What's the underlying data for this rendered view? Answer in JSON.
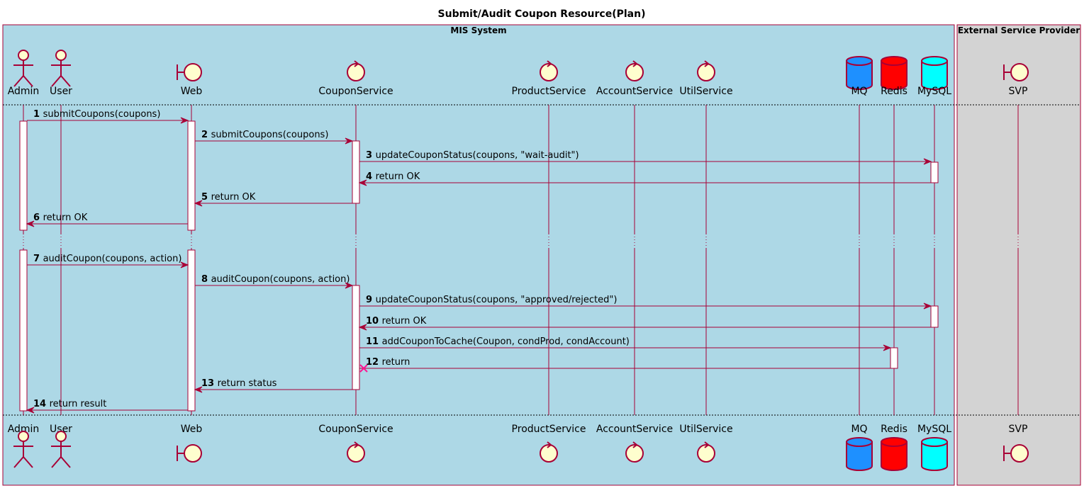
{
  "title": "Submit/Audit Coupon Resource(Plan)",
  "boxes": [
    {
      "id": "mis",
      "label": "MIS System",
      "color": "#ADD8E6"
    },
    {
      "id": "ext",
      "label": "External Service Provider",
      "color": "#D3D3D3"
    }
  ],
  "participants": [
    {
      "id": "admin",
      "label": "Admin",
      "kind": "actor"
    },
    {
      "id": "user",
      "label": "User",
      "kind": "actor"
    },
    {
      "id": "web",
      "label": "Web",
      "kind": "boundary"
    },
    {
      "id": "coupon",
      "label": "CouponService",
      "kind": "control"
    },
    {
      "id": "product",
      "label": "ProductService",
      "kind": "control"
    },
    {
      "id": "account",
      "label": "AccountService",
      "kind": "control"
    },
    {
      "id": "util",
      "label": "UtilService",
      "kind": "control"
    },
    {
      "id": "mq",
      "label": "MQ",
      "kind": "database",
      "color": "#1E90FF"
    },
    {
      "id": "redis",
      "label": "Redis",
      "kind": "database",
      "color": "#FF0000"
    },
    {
      "id": "mysql",
      "label": "MySQL",
      "kind": "database",
      "color": "#00FFFF"
    },
    {
      "id": "svp",
      "label": "SVP",
      "kind": "boundary"
    }
  ],
  "messages": [
    {
      "num": "1",
      "text": "submitCoupons(coupons)",
      "from": "admin",
      "to": "web"
    },
    {
      "num": "2",
      "text": "submitCoupons(coupons)",
      "from": "web",
      "to": "coupon"
    },
    {
      "num": "3",
      "text": "updateCouponStatus(coupons, \"wait-audit\")",
      "from": "coupon",
      "to": "mysql"
    },
    {
      "num": "4",
      "text": "return OK",
      "from": "mysql",
      "to": "coupon"
    },
    {
      "num": "5",
      "text": "return OK",
      "from": "coupon",
      "to": "web"
    },
    {
      "num": "6",
      "text": "return OK",
      "from": "web",
      "to": "admin"
    },
    {
      "num": "7",
      "text": "auditCoupon(coupons, action)",
      "from": "admin",
      "to": "web"
    },
    {
      "num": "8",
      "text": "auditCoupon(coupons, action)",
      "from": "web",
      "to": "coupon"
    },
    {
      "num": "9",
      "text": "updateCouponStatus(coupons, \"approved/rejected\")",
      "from": "coupon",
      "to": "mysql"
    },
    {
      "num": "10",
      "text": "return OK",
      "from": "mysql",
      "to": "coupon"
    },
    {
      "num": "11",
      "text": "addCouponToCache(Coupon, condProd, condAccount)",
      "from": "coupon",
      "to": "redis"
    },
    {
      "num": "12",
      "text": "return",
      "from": "redis",
      "to": "coupon",
      "lost": true
    },
    {
      "num": "13",
      "text": "return status",
      "from": "coupon",
      "to": "web"
    },
    {
      "num": "14",
      "text": "return result",
      "from": "web",
      "to": "admin"
    }
  ]
}
